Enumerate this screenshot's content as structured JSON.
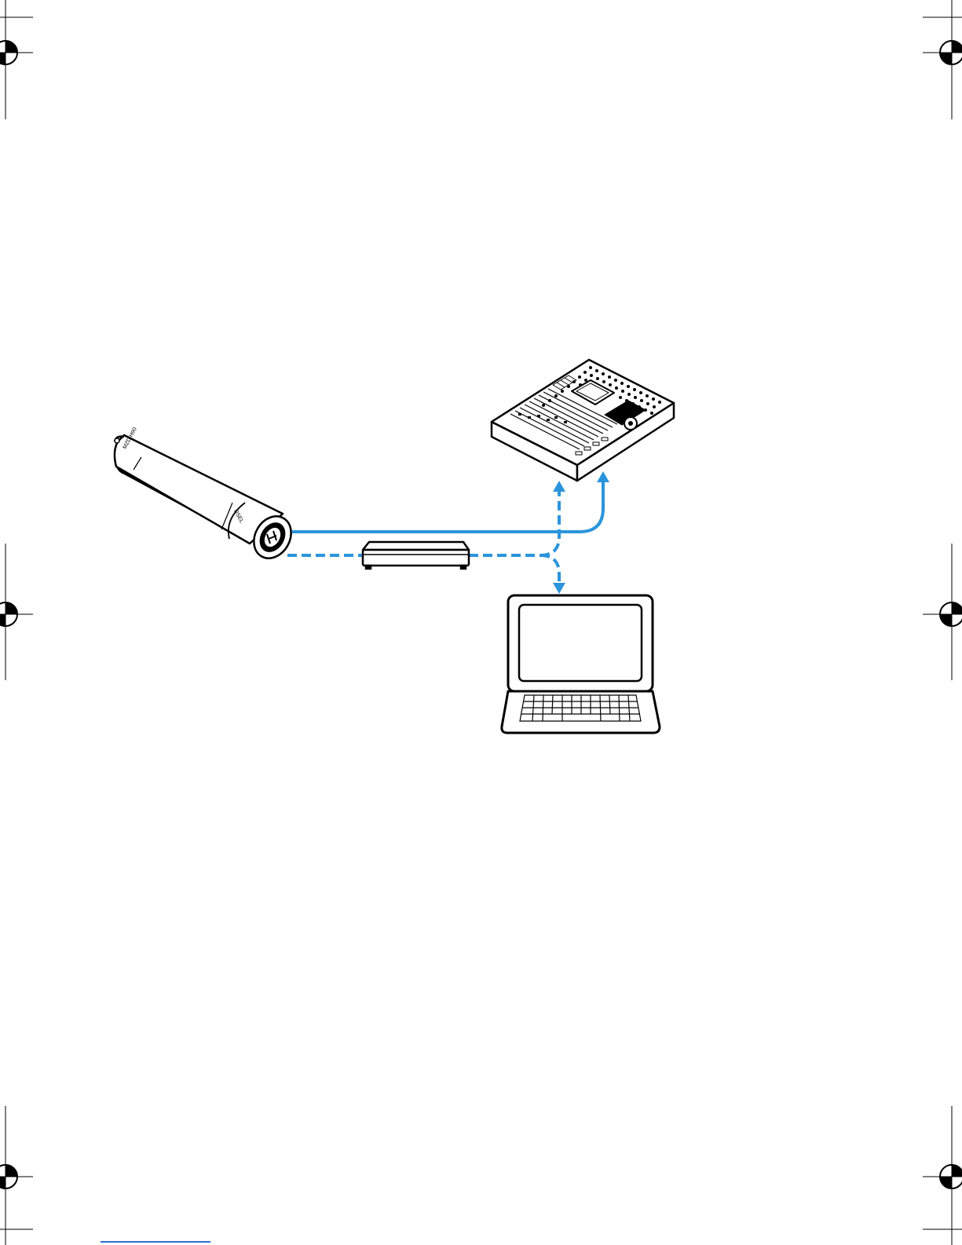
{
  "diagram": {
    "nodes": [
      {
        "id": "microphone",
        "kind": "microphone",
        "labels": [
          "MZD H90",
          "DSEL"
        ]
      },
      {
        "id": "mixing-console",
        "kind": "mixing-console"
      },
      {
        "id": "network-switch",
        "kind": "network-switch"
      },
      {
        "id": "laptop",
        "kind": "laptop"
      }
    ],
    "edges": [
      {
        "from": "microphone",
        "to": "mixing-console",
        "style": "solid",
        "color": "#2b95db"
      },
      {
        "from": "microphone",
        "to": "network-switch",
        "style": "dashed",
        "color": "#2b95db"
      },
      {
        "from": "network-switch",
        "to": "mixing-console",
        "style": "dashed",
        "color": "#2b95db"
      },
      {
        "from": "network-switch",
        "to": "laptop",
        "style": "dashed",
        "color": "#2b95db"
      }
    ]
  },
  "colors": {
    "connection": "#2b95db",
    "outline": "#000000",
    "footer_link": "#2f6fd6"
  }
}
